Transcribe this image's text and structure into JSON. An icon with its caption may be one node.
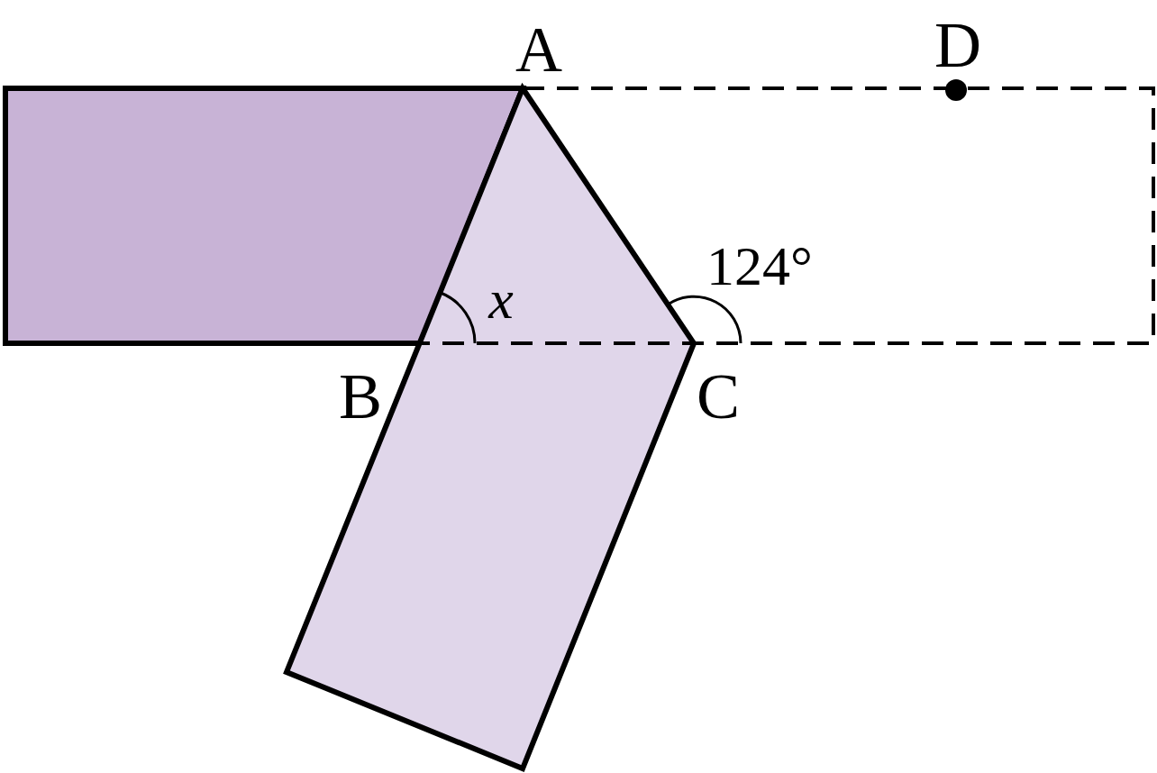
{
  "diagram": {
    "labels": [
      "A",
      "D",
      "124°",
      "x",
      "B",
      "C"
    ]
  }
}
